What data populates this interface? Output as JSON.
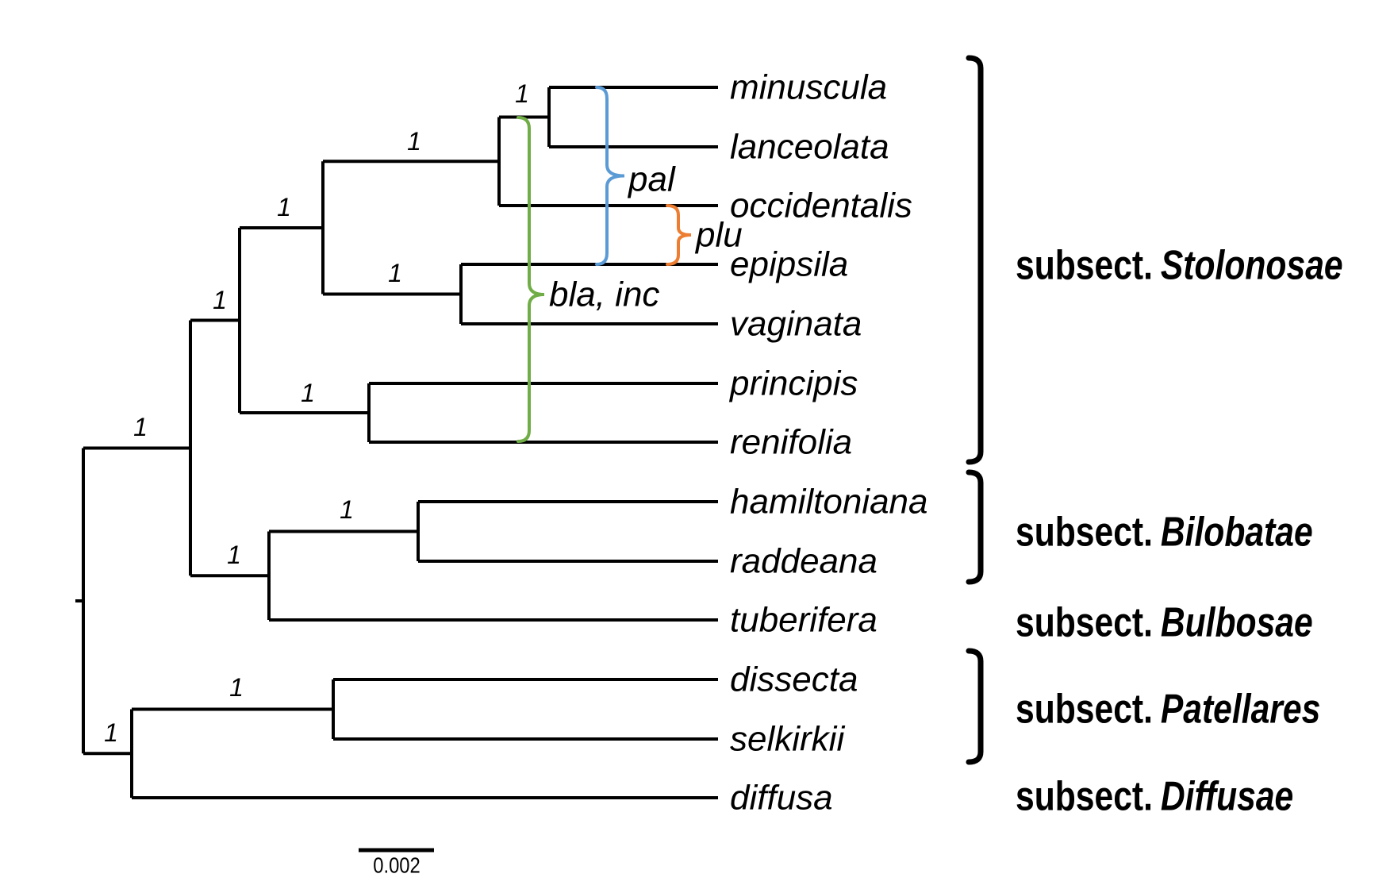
{
  "figure": {
    "description": "Phylogenetic cladogram of Viola species grouped into subsections, with Bayesian support values on branches and colored clade braces",
    "background": "#ffffff",
    "line_color": "#000000"
  },
  "tree": {
    "tips": [
      "minuscula",
      "lanceolata",
      "occidentalis",
      "epipsila",
      "vaginata",
      "principis",
      "renifolia",
      "hamiltoniana",
      "raddeana",
      "tuberifera",
      "dissecta",
      "selkirkii",
      "diffusa"
    ],
    "support_values": [
      "1",
      "1",
      "1",
      "1",
      "1",
      "1",
      "1",
      "1",
      "1",
      "1",
      "1"
    ],
    "newick": "((((((minuscula,lanceolata),occidentalis),(epipsila,vaginata)),(principis,renifolia)),((hamiltoniana,raddeana),tuberifera)),((dissecta,selkirkii),diffusa));"
  },
  "clade_labels": [
    {
      "label": "pal",
      "color": "#5B9BD5",
      "spans": "minuscula to epipsila"
    },
    {
      "label": "plu",
      "color": "#ED7D31",
      "spans": "occidentalis to epipsila"
    },
    {
      "label": "bla, inc",
      "color": "#70AD47",
      "spans": "minuscula+lanceolata stem to renifolia"
    }
  ],
  "subsections": [
    {
      "prefix": "subsect.",
      "name": "Stolonosae",
      "members": "minuscula–renifolia"
    },
    {
      "prefix": "subsect.",
      "name": "Bilobatae",
      "members": "hamiltoniana, raddeana"
    },
    {
      "prefix": "subsect.",
      "name": "Bulbosae",
      "members": "tuberifera"
    },
    {
      "prefix": "subsect.",
      "name": "Patellares",
      "members": "dissecta, selkirkii"
    },
    {
      "prefix": "subsect.",
      "name": "Diffusae",
      "members": "diffusa"
    }
  ],
  "scale_bar": {
    "label": "0.002"
  }
}
